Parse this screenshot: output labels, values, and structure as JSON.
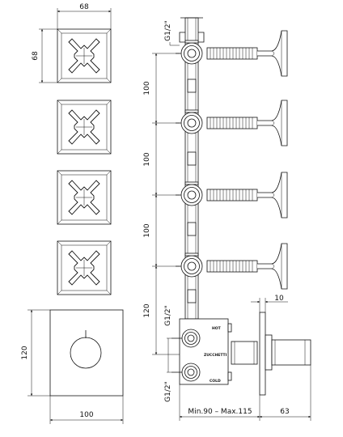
{
  "dimensions": {
    "width_68": "68",
    "height_68": "68",
    "spacing_1": "100",
    "spacing_2": "100",
    "spacing_3": "100",
    "spacing_4": "120",
    "plate_height": "120",
    "plate_width": "100",
    "plate_thickness": "10",
    "depth_range": "Min.90 – Max.115",
    "handle_depth": "63"
  },
  "threads": {
    "top": "G1/2\"",
    "middle": "G1/2\"",
    "bottom": "G1/2\""
  },
  "labels": {
    "hot": "HOT",
    "brand": "ZUCCHETTI",
    "cold": "COLD"
  }
}
